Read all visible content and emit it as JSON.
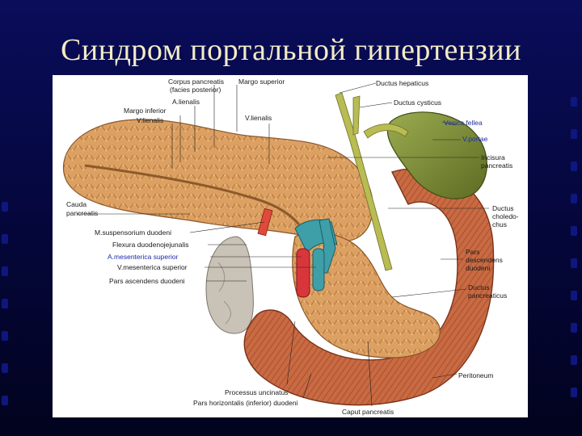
{
  "slide": {
    "title": "Синдром портальной гипертензии"
  },
  "labels": {
    "corpus_pancreatis": "Corpus pancreatis",
    "facies_posterior": "(facies posterior)",
    "margo_superior": "Margo superior",
    "a_lienalis": "A.lienalis",
    "margo_inferior": "Margo inferior",
    "v_lienalis_left": "V.lienalis",
    "v_lienalis_mid": "V.lienalis",
    "ductus_hepaticus": "Ductus hepaticus",
    "ductus_cysticus": "Ductus cysticus",
    "vesica_fellea": "Vesica fellea",
    "v_portae": "V.portae",
    "incisura_1": "Incisura",
    "incisura_2": "pancreatis",
    "cauda_1": "Cauda",
    "cauda_2": "pancreatis",
    "ductus_choledochus_1": "Ductus",
    "ductus_choledochus_2": "choledo-",
    "ductus_choledochus_3": "chus",
    "m_suspensorium": "M.suspensorium duodeni",
    "flexura": "Flexura duodenojejunalis",
    "a_mesenterica": "A.mesenterica superior",
    "v_mesenterica": "V.mesenterica superior",
    "pars_ascendens": "Pars ascendens duodeni",
    "pars_descendens_1": "Pars",
    "pars_descendens_2": "descendens",
    "pars_descendens_3": "duodeni",
    "ductus_pancreaticus_1": "Ductus",
    "ductus_pancreaticus_2": "pancreaticus",
    "peritoneum": "Peritoneum",
    "processus_uncinatus": "Processus uncinatus",
    "pars_horizontalis": "Pars horizontalis (inferior) duodeni",
    "caput_pancreatis": "Caput pancreatis"
  },
  "colors": {
    "background_top": "#0a0d5a",
    "background_bottom": "#02031e",
    "title_text": "#f3ecc6",
    "pancreas": "#d79a5a",
    "duodenum": "#c4673f",
    "gallbladder": "#7d8f3a",
    "artery": "#d9363c",
    "vein": "#3f9fa8",
    "highlight_label": "#1c2aa8"
  }
}
